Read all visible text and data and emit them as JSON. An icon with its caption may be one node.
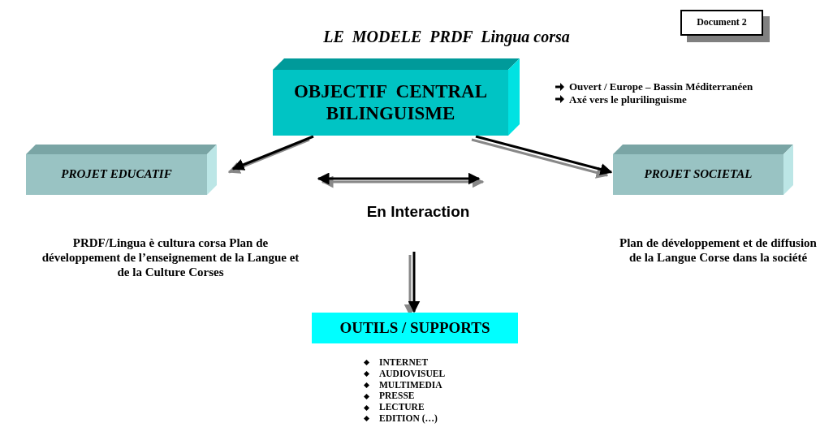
{
  "diagram": {
    "title": "LE  MODELE  PRDF  Lingua corsa",
    "nodes": [
      {
        "text": [
          "OBJECTIF  CENTRAL BILINGUISME"
        ],
        "beside": [
          "Ouvert / Europe – Bassin Méditerranéen",
          "Axé vers le plurilinguisme"
        ]
      },
      {
        "text": [
          "PROJET EDUCATIF"
        ],
        "beside": [
          "PRDF/Lingua è cultura corsa Plan de développement de l’enseignement de la Langue et de la Culture Corses"
        ]
      },
      {
        "text": [
          "PROJET SOCIETAL"
        ],
        "beside": [
          "Plan de développement et de diffusion de la Langue Corse dans la société"
        ]
      },
      {
        "text": [
          "OUTILS / SUPPORTS"
        ],
        "beside": [
          "INTERNET",
          "AUDIOVISUEL",
          "MULTIMEDIA",
          "PRESSE",
          "LECTURE",
          "EDITION (…)"
        ]
      },
      {
        "text": [
          "Document 2"
        ]
      }
    ],
    "edges": [
      {
        "from": 0,
        "to": 1,
        "arrow": "to"
      },
      {
        "from": 0,
        "to": 2,
        "arrow": "to"
      },
      {
        "from": null,
        "to": 3,
        "arrow": "to"
      }
    ],
    "labels": [
      "En Interaction"
    ]
  }
}
